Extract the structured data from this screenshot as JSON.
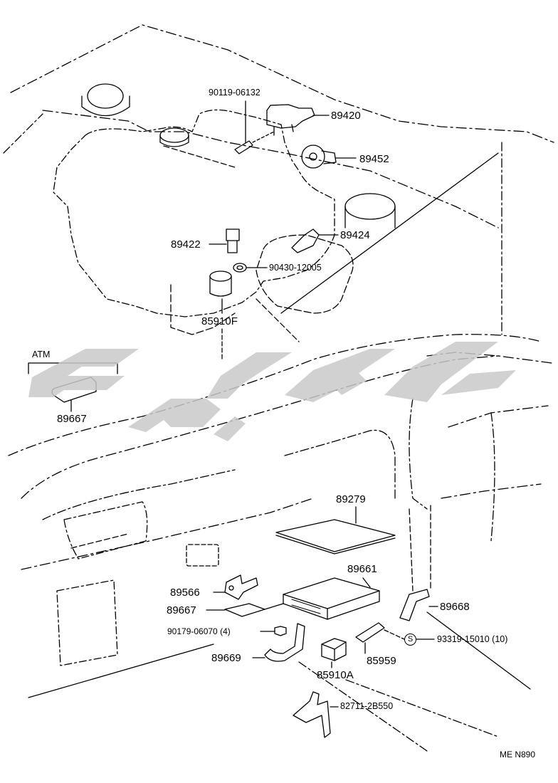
{
  "watermark": {
    "color": "#c9c9c9"
  },
  "section_label": "ATM",
  "diagram_code": "ME N890",
  "callouts": {
    "p90119_06132": "90119-06132",
    "p89420": "89420",
    "p89452": "89452",
    "p89424": "89424",
    "p89422": "89422",
    "p90430_12005": "90430-12005",
    "p85910F": "85910F",
    "p89667_atm": "89667",
    "p89279": "89279",
    "p89661": "89661",
    "p89566": "89566",
    "p89667": "89667",
    "p90179_06070": "90179-06070 (4)",
    "p89669": "89669",
    "p85910A": "85910A",
    "p85959": "85959",
    "p89668": "89668",
    "p93319_15010": "93319-15010 (10)",
    "p82711_2B550": "82711-2B550"
  },
  "symbols": {
    "s_mark": "S"
  }
}
